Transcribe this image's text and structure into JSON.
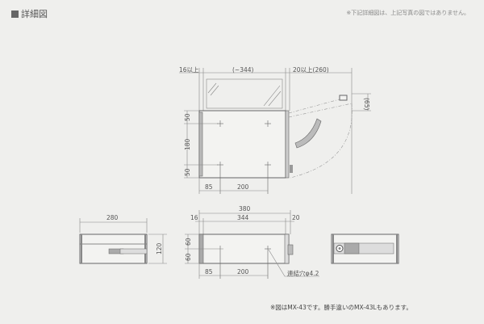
{
  "header": {
    "title": "詳細図",
    "note": "※下記詳細図は、上記写真の図ではありません。"
  },
  "top_view": {
    "dim_left": "16以上",
    "dim_width": "(~344)",
    "dim_right": "20以上(260)",
    "dim_lid": "(65)",
    "dim_v1": "50",
    "dim_v2": "180",
    "dim_v3": "50",
    "dim_h1": "85",
    "dim_h2": "200"
  },
  "front_view": {
    "dim_width": "280",
    "dim_height": "120"
  },
  "side_view": {
    "dim_total": "380",
    "dim_left": "16",
    "dim_mid": "344",
    "dim_right": "20",
    "dim_v1": "60",
    "dim_v2": "60",
    "dim_h1": "85",
    "dim_h2": "200",
    "hole_label": "連結穴φ4.2"
  },
  "footer": {
    "note": "※図はMX-43です。勝手違いのMX-43Lもあります。"
  }
}
